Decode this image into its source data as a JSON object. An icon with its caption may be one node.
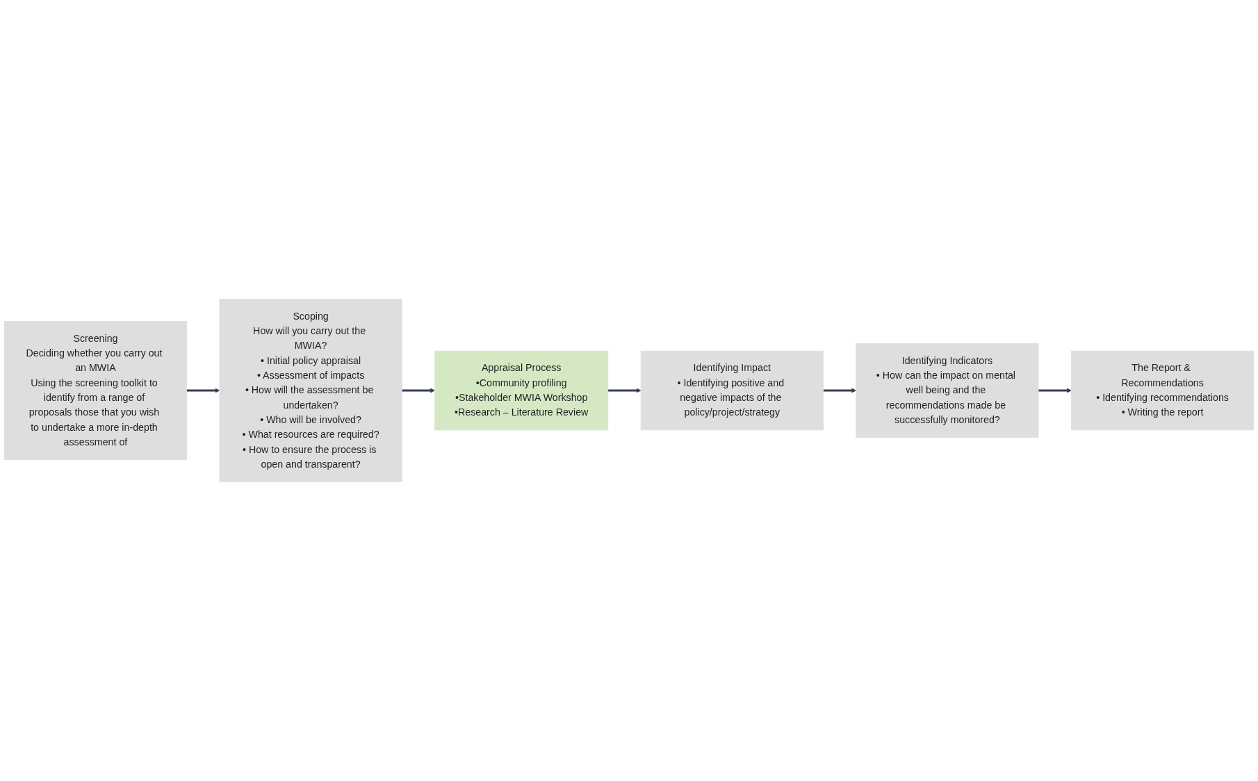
{
  "diagram": {
    "nodes": [
      {
        "text": [
          "Screening",
          "Deciding whether you carry out an MWIA",
          "Using the screening toolkit to identify from a range of proposals those that you wish to undertake a more in-depth assessment of"
        ]
      },
      {
        "text": [
          "Scoping",
          "How will you carry out the MWIA?",
          "• Initial policy appraisal",
          "• Assessment of impacts",
          "• How will the assessment be undertaken?",
          "• Who will be involved?",
          "• What resources are required?",
          "• How to ensure the process is open and transparent?"
        ]
      },
      {
        "text": [
          "Appraisal Process",
          "•Community profiling",
          "•Stakeholder MWIA Workshop",
          "•Research – Literature Review"
        ]
      },
      {
        "text": [
          "Identifying Impact",
          "• Identifying positive and negative impacts of the policy/project/strategy"
        ]
      },
      {
        "text": [
          "Identifying Indicators",
          "• How can the impact on mental well being and the recommendations made be successfully monitored?"
        ]
      },
      {
        "text": [
          "The Report & Recommendations",
          "• Identifying recommendations",
          "• Writing the report"
        ]
      }
    ],
    "edges": [
      {
        "from": 0,
        "to": 1,
        "arrow": "to"
      },
      {
        "from": 1,
        "to": 2,
        "arrow": "to"
      },
      {
        "from": 2,
        "to": 3,
        "arrow": "to"
      },
      {
        "from": 3,
        "to": 4,
        "arrow": "to"
      },
      {
        "from": 4,
        "to": 5,
        "arrow": "to"
      }
    ]
  }
}
